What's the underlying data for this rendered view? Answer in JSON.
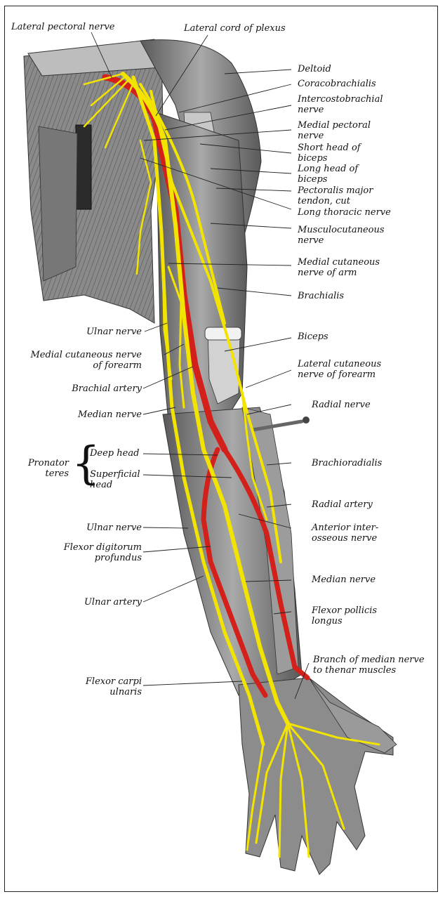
{
  "labels": {
    "lateral_pectoral_nerve": "Lateral pectoral nerve",
    "lateral_cord_of_plexus": "Lateral cord of plexus",
    "deltoid": "Deltoid",
    "coracobrachialis": "Coracobrachialis",
    "intercostobrachial_nerve": "Intercostobrachial\nnerve",
    "medial_pectoral_nerve": "Medial pectoral\nnerve",
    "short_head_of_biceps": "Short head of\nbiceps",
    "long_head_of_biceps": "Long head of\nbiceps",
    "pectoralis_major_tendon": "Pectoralis major\ntendon, cut",
    "long_thoracic_nerve": "Long thoracic nerve",
    "musculocutaneous_nerve": "Musculocutaneous\nnerve",
    "medial_cutaneous_nerve_of_arm": "Medial cutaneous\nnerve of arm",
    "brachialis": "Brachialis",
    "biceps": "Biceps",
    "lateral_cutaneous_nerve_of_forearm": "Lateral cutaneous\nnerve of forearm",
    "radial_nerve": "Radial nerve",
    "brachioradialis": "Brachioradialis",
    "radial_artery": "Radial artery",
    "anterior_interosseous_nerve": "Anterior inter-\nosseous nerve",
    "median_nerve_lower": "Median nerve",
    "flexor_pollicis_longus": "Flexor pollicis\nlongus",
    "branch_of_median_nerve": "Branch of median nerve\nto thenar muscles",
    "ulnar_nerve_upper": "Ulnar nerve",
    "medial_cutaneous_nerve_of_forearm": "Medial cutaneous nerve\nof forearm",
    "brachial_artery": "Brachial artery",
    "median_nerve_upper": "Median nerve",
    "pronator_teres": "Pronator\nteres",
    "deep_head": "Deep head",
    "superficial_head": "Superficial\nhead",
    "ulnar_nerve_lower": "Ulnar nerve",
    "flexor_digitorum_profundus": "Flexor digitorum\nprofundus",
    "ulnar_artery": "Ulnar artery",
    "flexor_carpi_ulnaris": "Flexor carpi\nulnaris"
  },
  "colors": {
    "nerve": "#f2e400",
    "artery": "#d4201a",
    "muscle": "#8f8f8f",
    "muscle_dark": "#4a4a4a",
    "leader": "#222222"
  }
}
